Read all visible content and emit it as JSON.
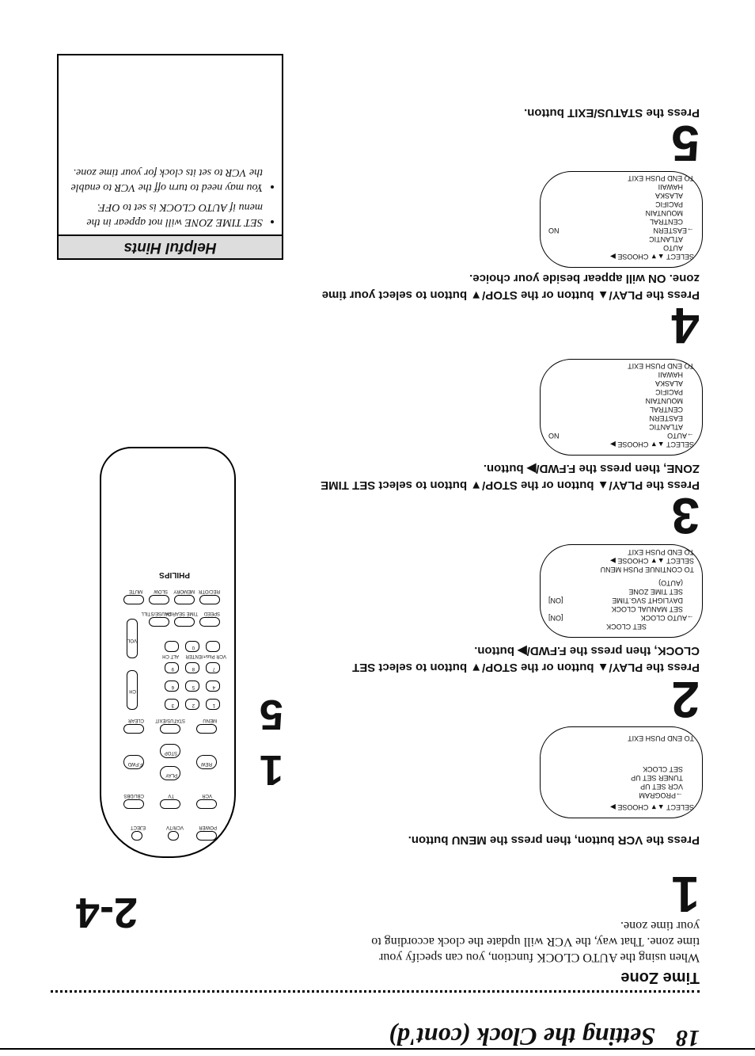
{
  "header": {
    "page_number": "18",
    "title": "Setting the Clock (cont'd)"
  },
  "section": {
    "title": "Time Zone",
    "intro": "When using the AUTO CLOCK function, you can specify your time zone. That way, the VCR will update the clock according to your time zone."
  },
  "steps": [
    {
      "num": "1",
      "text": "Press the VCR button, then press the MENU button."
    },
    {
      "num": "2",
      "text": "Press the PLAY/▲ button or the STOP/▼ button to select SET CLOCK, then press the F.FWD/▶ button."
    },
    {
      "num": "3",
      "text": "Press the PLAY/▲ button or the STOP/▼ button to select SET TIME ZONE, then press the F.FWD/▶ button."
    },
    {
      "num": "4",
      "text": "Press the PLAY/▲ button or the STOP/▼ button to select your time zone. ON will appear beside your choice."
    },
    {
      "num": "5",
      "text": "Press the STATUS/EXIT button."
    }
  ],
  "screens": {
    "s1": {
      "head": "SELECT ▲▼ CHOOSE ▶",
      "items": [
        "→PROGRAM",
        "VCR SET UP",
        "TUNER SET UP",
        "SET CLOCK"
      ],
      "foot": "TO END PUSH EXIT"
    },
    "s2": {
      "title": "SET CLOCK",
      "items": [
        [
          "→AUTO CLOCK",
          "[ON]"
        ],
        [
          "SET MANUAL CLOCK",
          ""
        ],
        [
          "DAYLIGHT SVG.TIME",
          "[ON]"
        ],
        [
          "SET TIME ZONE",
          ""
        ],
        [
          "(AUTO)",
          ""
        ]
      ],
      "foot": [
        "TO CONTINUE PUSH MENU",
        "SELECT ▲▼ CHOOSE ▶",
        "TO END PUSH EXIT"
      ]
    },
    "s3": {
      "head": "SELECT ▲▼ CHOOSE ▶",
      "items": [
        [
          "→AUTO",
          "NO"
        ],
        [
          "ATLANTIC",
          ""
        ],
        [
          "EASTERN",
          ""
        ],
        [
          "CENTRAL",
          ""
        ],
        [
          "MOUNTAIN",
          ""
        ],
        [
          "PACIFIC",
          ""
        ],
        [
          "ALASKA",
          ""
        ],
        [
          "HAWAII",
          ""
        ]
      ],
      "foot": "TO END PUSH EXIT"
    },
    "s4": {
      "head": "SELECT ▲▼ CHOOSE ▶",
      "items": [
        [
          "AUTO",
          ""
        ],
        [
          "ATLANTIC",
          ""
        ],
        [
          "→EASTERN",
          "NO"
        ],
        [
          "CENTRAL",
          ""
        ],
        [
          "MOUNTAIN",
          ""
        ],
        [
          "PACIFIC",
          ""
        ],
        [
          "ALASKA",
          ""
        ],
        [
          "HAWAII",
          ""
        ]
      ],
      "foot": "TO END PUSH EXIT"
    }
  },
  "hints": {
    "title": "Helpful Hints",
    "items": [
      "SET TIME ZONE will not appear in the menu if AUTO CLOCK is set to OFF.",
      "You may need to turn off the VCR to enable the VCR to set its clock for your time zone."
    ]
  },
  "remote": {
    "brand": "PHILIPS",
    "callout_range": "2-4",
    "callout_1": "1",
    "callout_5": "5",
    "labels": {
      "power": "POWER",
      "vcr_tv": "VCR/TV",
      "eject": "EJECT",
      "vcr": "VCR",
      "tv": "TV",
      "cbl_dbs": "CBL/DBS",
      "rew": "REW",
      "play": "PLAY",
      "ffwd": "F.FWD",
      "stop": "STOP",
      "menu": "MENU",
      "status_exit": "STATUS/EXIT",
      "clear": "CLEAR",
      "ch": "CH",
      "vol": "VOL",
      "n1": "1",
      "n2": "2",
      "n3": "3",
      "n4": "4",
      "n5": "5",
      "n6": "6",
      "n7": "7",
      "n8": "8",
      "n9": "9",
      "n0": "0",
      "alt_ch": "ALT CH",
      "vcr_plus": "VCR Plus+/ENTER",
      "speed": "SPEED",
      "time_search": "TIME SEARCH",
      "pause_still": "PAUSE/STILL",
      "rec_otr": "REC/OTR",
      "memory": "MEMORY",
      "slow": "SLOW",
      "mute": "MUTE"
    }
  }
}
